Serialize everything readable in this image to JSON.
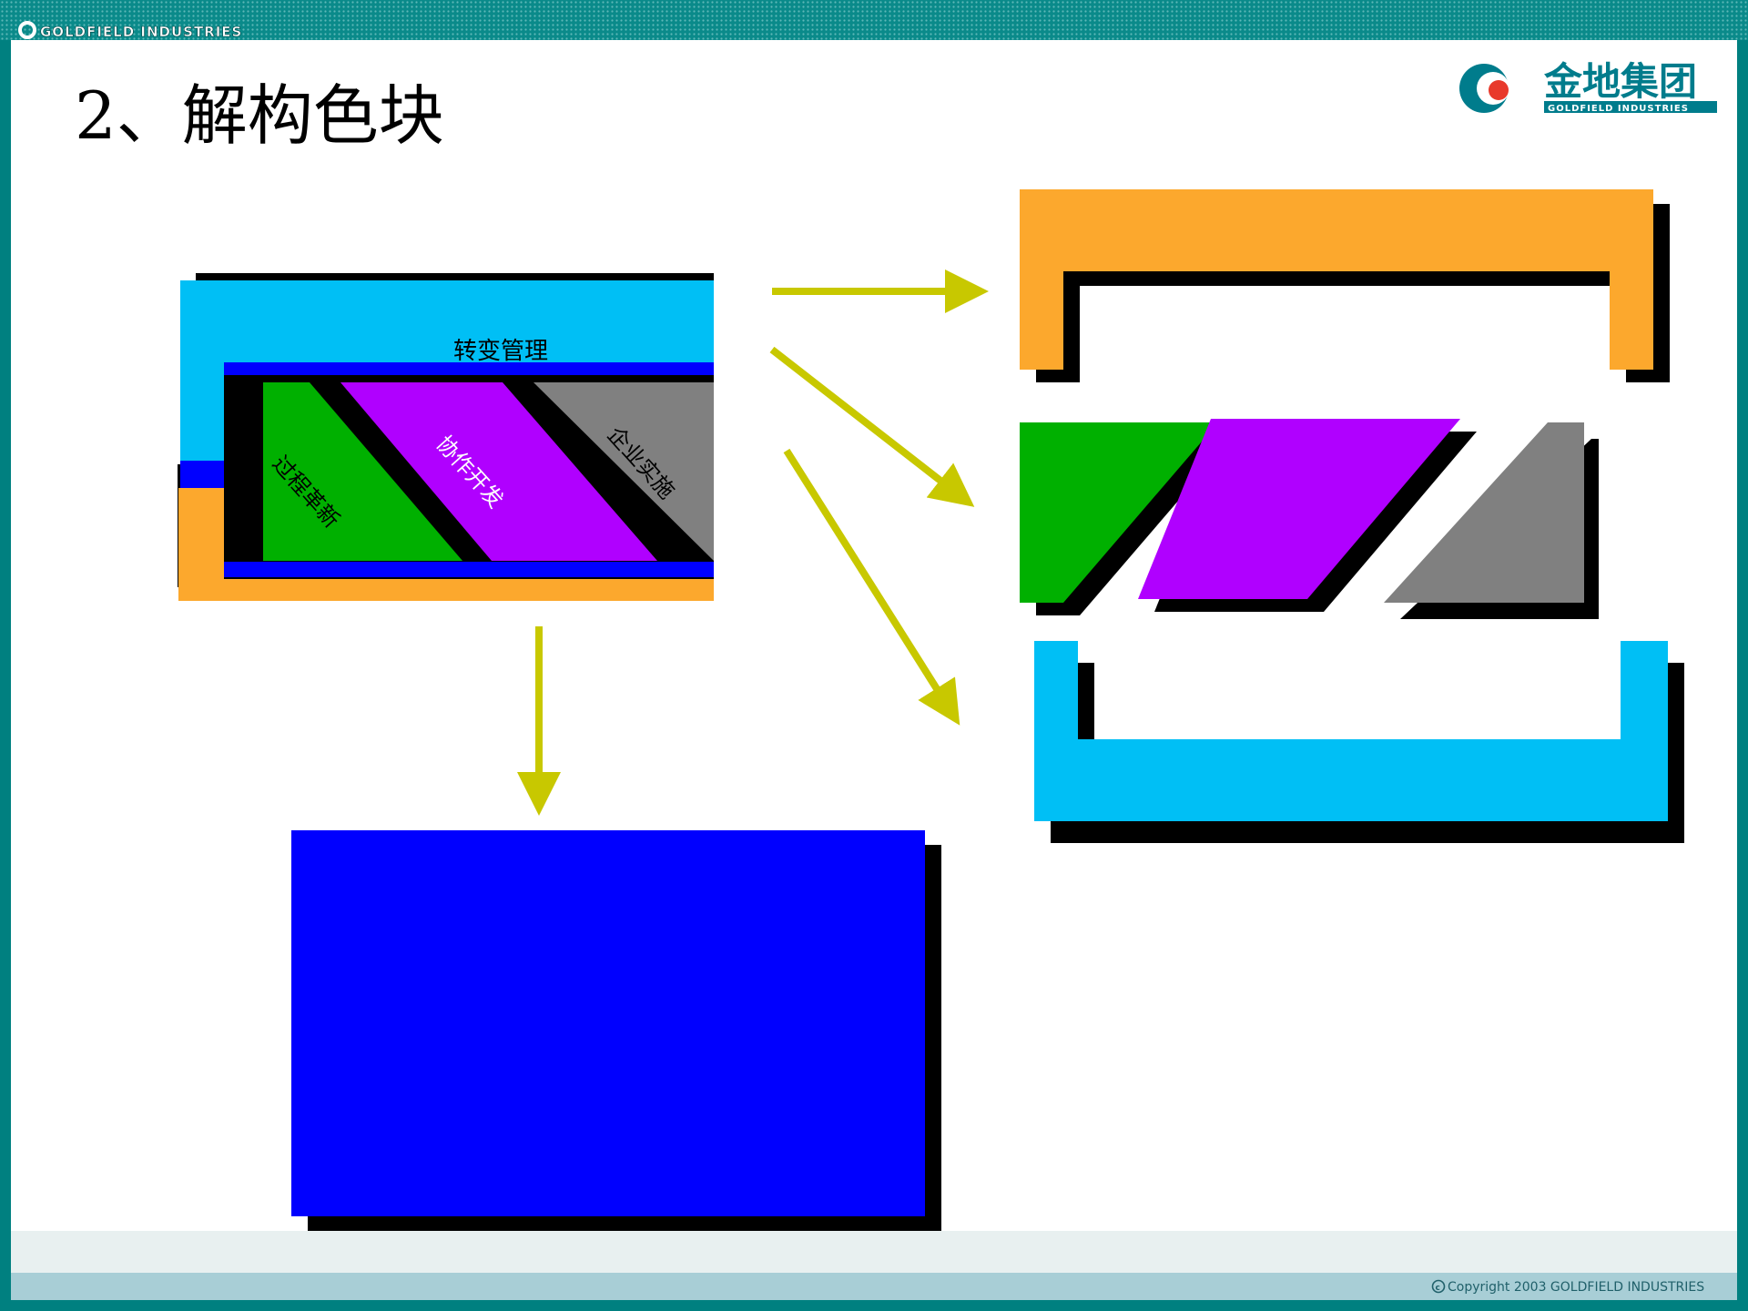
{
  "header": {
    "brand_text": "GOLDFIELD INDUSTRIES",
    "logo_cn": "金地集团",
    "logo_en": "GOLDFIELD INDUSTRIES"
  },
  "slide": {
    "title": "2、解构色块"
  },
  "diagram": {
    "band_top_label": "转变管理",
    "triangle_left_label": "过程革新",
    "parallelogram_label": "协作开发",
    "triangle_right_label": "企业实施"
  },
  "footer": {
    "copyright": "Copyright 2003 GOLDFIELD INDUSTRIES"
  },
  "colors": {
    "frame": "#008080",
    "footer_light": "#e8f0f0",
    "footer_band": "#a8ced6",
    "cyan": "#00bff5",
    "orange": "#fca82d",
    "blue": "#0000ff",
    "green": "#00b000",
    "purple": "#b000ff",
    "gray": "#808080",
    "arrow": "#c8c800",
    "shadow": "#000000",
    "logo_red": "#e8392b",
    "logo_teal": "#007c8c"
  },
  "icons": {
    "header_logo": "goldfield-logo-icon",
    "copyright_mark": "copyright-icon"
  }
}
